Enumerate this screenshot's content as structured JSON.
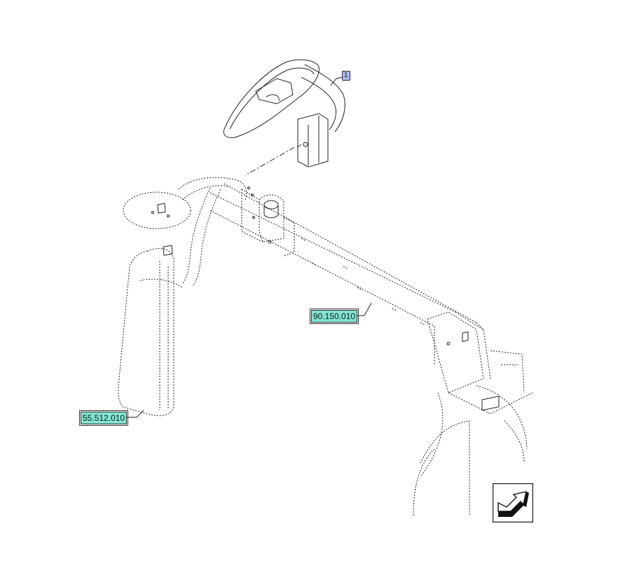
{
  "callouts": {
    "item_1": "1",
    "ref_frame": "90.150.010",
    "ref_mirror": "55.512.010"
  },
  "icons": {
    "navigation": "next-page-arrow-icon"
  },
  "colors": {
    "reference_label": "#7fe6d2",
    "item_label": "#aab8ee",
    "line": "#222222"
  }
}
